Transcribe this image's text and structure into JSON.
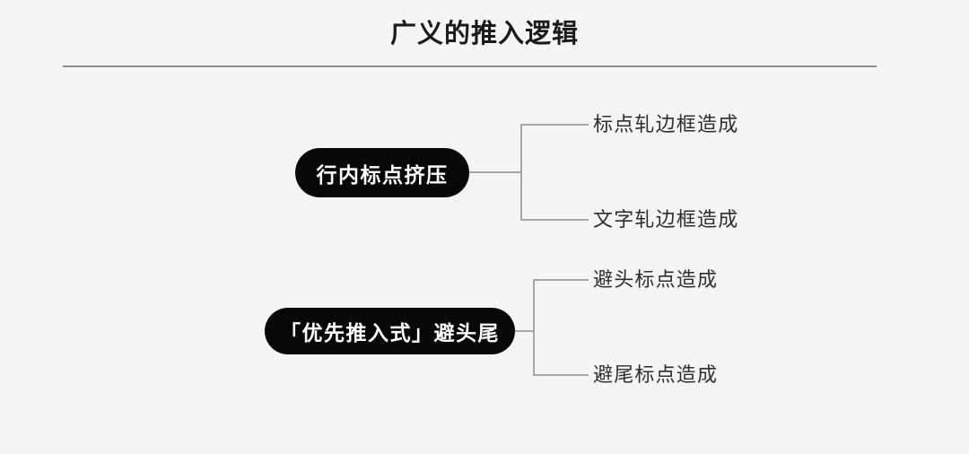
{
  "header": {
    "title": "广义的推入逻辑",
    "divider": true
  },
  "diagram": {
    "type": "mindmap-tree",
    "orientation": "left-to-right",
    "branches": [
      {
        "root": "行内标点挤压",
        "leaves": [
          "标点轧边框造成",
          "文字轧边框造成"
        ]
      },
      {
        "root": "「优先推入式」避头尾",
        "leaves": [
          "避头标点造成",
          "避尾标点造成"
        ]
      }
    ]
  },
  "colors": {
    "background": "#f5f5f5",
    "node_fill": "#080808",
    "node_text": "#ffffff",
    "leaf_text": "#2e2e2e",
    "connector": "#a6a6a6",
    "divider": "#8d8d8d",
    "title_text": "#1b1b1b"
  }
}
